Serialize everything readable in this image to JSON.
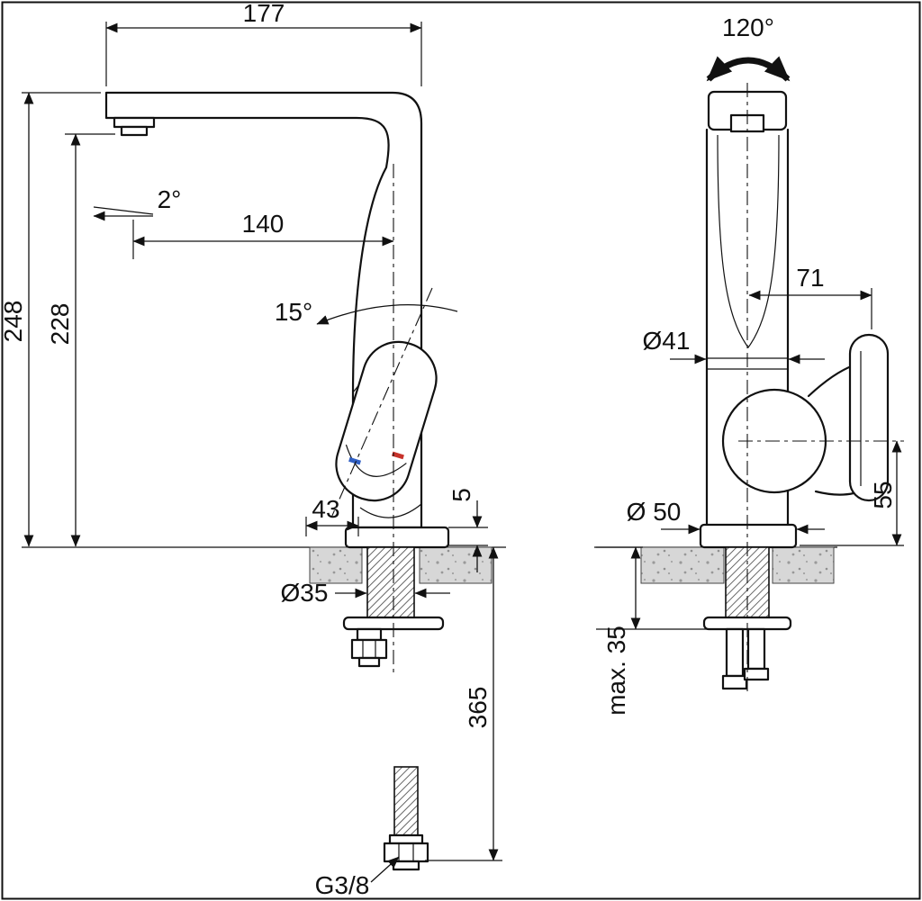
{
  "colors": {
    "hot_indicator": "#c8332b",
    "cold_indicator": "#2f5fc4",
    "line": "#111111"
  },
  "side_view": {
    "spout_reach": "177",
    "total_height": "248",
    "spout_height": "228",
    "spout_angle": "2°",
    "spout_depth": "140",
    "handle_tilt": "15°",
    "base_depth": "43",
    "base_plate_height": "5",
    "hole_diameter": "Ø35",
    "supply_hose_length": "365",
    "thread_size": "G3/8"
  },
  "front_view": {
    "swivel_angle": "120°",
    "handle_reach": "71",
    "body_diameter": "Ø41",
    "base_diameter": "Ø 50",
    "handle_pivot_height": "55",
    "max_mounting_thickness": "max. 35"
  }
}
